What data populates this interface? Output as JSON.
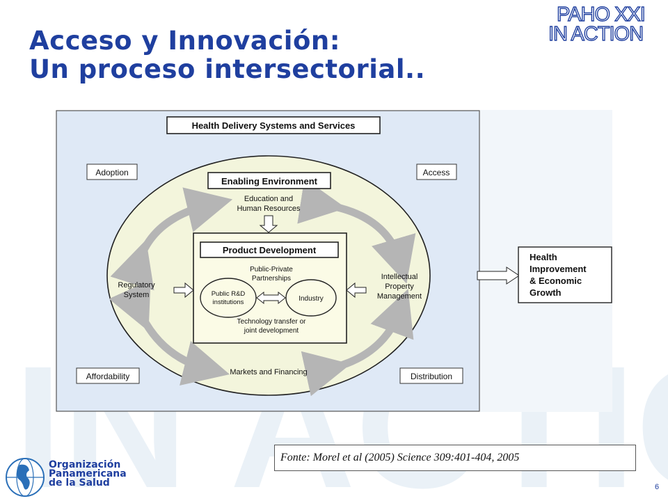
{
  "slide": {
    "title_line1": "Acceso y Innovación:",
    "title_line2": "Un proceso intersectorial..",
    "logo": [
      "PAHO XXI",
      "IN ACTION"
    ],
    "watermark": "IN ACTION",
    "source": "Fonte: Morel et al (2005) Science 309:401-404, 2005",
    "org_name": [
      "Organización",
      "Panamericana",
      "de la Salud"
    ],
    "page_number": "6"
  },
  "diagram": {
    "outer_title": "Health Delivery Systems and Services",
    "corners": {
      "adoption": "Adoption",
      "access": "Access",
      "affordability": "Affordability",
      "distribution": "Distribution"
    },
    "enabling_title": "Enabling Environment",
    "education": [
      "Education and",
      "Human Resources"
    ],
    "regulatory": [
      "Regulatory",
      "System"
    ],
    "ip": [
      "Intellectual",
      "Property",
      "Management"
    ],
    "markets": "Markets and Financing",
    "product_title": "Product Development",
    "ppp": [
      "Public-Private",
      "Partnerships"
    ],
    "public_rd": [
      "Public R&D",
      "institutions"
    ],
    "industry": "Industry",
    "tech_transfer": [
      "Technology transfer or",
      "joint development"
    ],
    "outcome": [
      "Health",
      "Improvement",
      "& Economic",
      "Growth"
    ]
  },
  "colors": {
    "title": "#1f3f9f",
    "outer_panel": "#dfe9f6",
    "inner_oval": "#f3f5dc",
    "product_box": "#fbfbe6",
    "arrow_gray": "#b5b5b5"
  }
}
